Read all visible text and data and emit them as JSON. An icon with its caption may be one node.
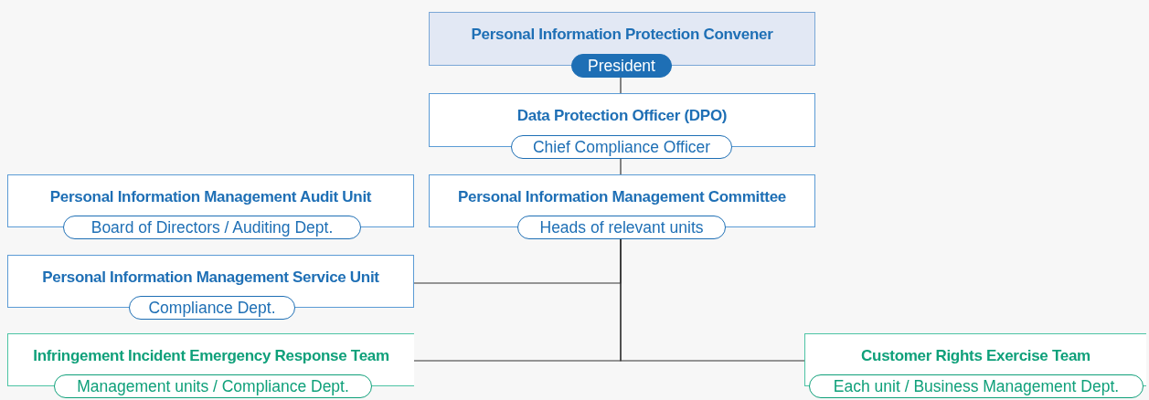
{
  "diagram": {
    "nodes": [
      {
        "text": [
          "Personal Information Protection Convener",
          "President"
        ]
      },
      {
        "text": [
          "Data Protection Officer (DPO)",
          "Chief Compliance Officer"
        ]
      },
      {
        "text": [
          "Personal Information Management Committee",
          "Heads of relevant units"
        ]
      },
      {
        "text": [
          "Personal Information Management Audit Unit",
          "Board of Directors / Auditing Dept."
        ]
      },
      {
        "text": [
          "Personal Information Management Service Unit",
          "Compliance Dept."
        ]
      },
      {
        "text": [
          "Infringement Incident Emergency Response Team",
          "Management units / Compliance Dept."
        ]
      },
      {
        "text": [
          "Customer Rights Exercise Team",
          "Each unit / Business Management Dept."
        ]
      }
    ],
    "edges": [
      {
        "from": 0,
        "to": 1,
        "arrow": "none"
      },
      {
        "from": 1,
        "to": 2,
        "arrow": "none"
      },
      {
        "from": 2,
        "to": 4,
        "arrow": "none"
      },
      {
        "from": 2,
        "to": 5,
        "arrow": "none"
      },
      {
        "from": 2,
        "to": 6,
        "arrow": "none"
      }
    ]
  }
}
